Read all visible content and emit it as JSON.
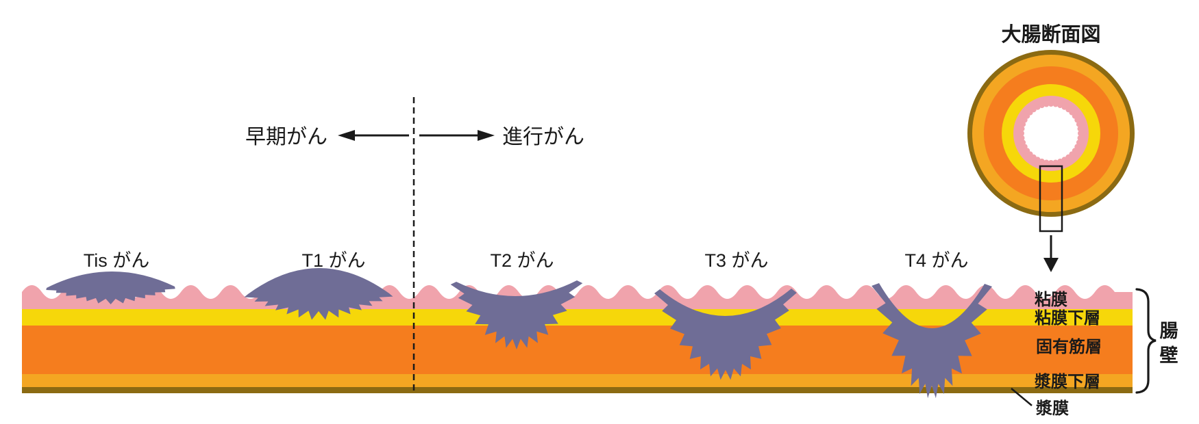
{
  "cross_section": {
    "title": "大腸断面図"
  },
  "spectrum": {
    "early_label": "早期がん",
    "advanced_label": "進行がん"
  },
  "stages": [
    {
      "id": "tis",
      "label": "Tis がん"
    },
    {
      "id": "t1",
      "label": "T1 がん"
    },
    {
      "id": "t2",
      "label": "T2 がん"
    },
    {
      "id": "t3",
      "label": "T3 がん"
    },
    {
      "id": "t4",
      "label": "T4 がん"
    }
  ],
  "wall_layers": [
    {
      "id": "mucosa",
      "name": "粘膜",
      "color": "#f0a3ac"
    },
    {
      "id": "submucosa",
      "name": "粘膜下層",
      "color": "#f6d70a"
    },
    {
      "id": "muscularis",
      "name": "固有筋層",
      "color": "#f57d1e"
    },
    {
      "id": "subserosa",
      "name": "漿膜下層",
      "color": "#f4a622"
    },
    {
      "id": "serosa",
      "name": "漿膜",
      "color": "#8b6a12"
    }
  ],
  "wall": {
    "label": "腸壁",
    "chars": [
      "腸",
      "壁"
    ]
  },
  "colors": {
    "cancer": "#6f6d96",
    "lumen": "#ffffff",
    "line": "#1a1a1a",
    "background": "#ffffff"
  }
}
